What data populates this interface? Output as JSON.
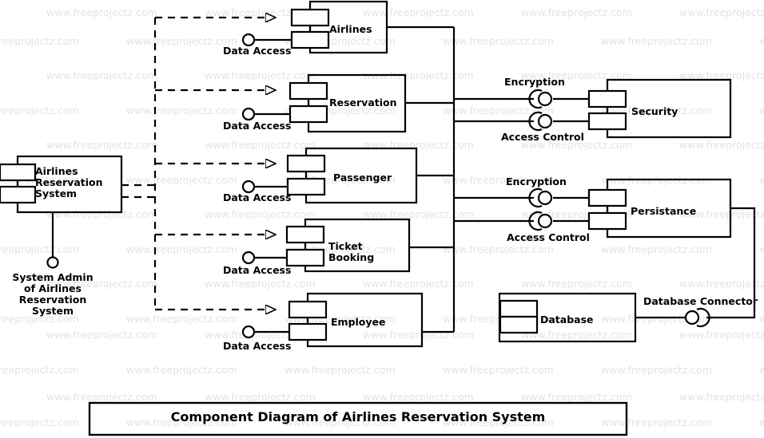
{
  "diagram": {
    "title": "Component Diagram of Airlines Reservation System",
    "stroke_color": "#000000",
    "background_color": "#ffffff",
    "watermark_text": "www.freeprojectz.com",
    "watermark_color": "#e3e3e3"
  },
  "system_component": {
    "label": "Airlines\nReservation\nSystem",
    "actor_label": "System Admin\nof Airlines\nReservation\nSystem"
  },
  "components": [
    {
      "label": "Airlines",
      "provided_interface": "Data Access"
    },
    {
      "label": "Reservation",
      "provided_interface": "Data Access"
    },
    {
      "label": "Passenger",
      "provided_interface": "Data Access"
    },
    {
      "label": "Ticket\nBooking",
      "provided_interface": "Data Access"
    },
    {
      "label": "Employee",
      "provided_interface": "Data Access"
    }
  ],
  "service_components": [
    {
      "label": "Security",
      "interfaces": [
        "Encryption",
        "Access Control"
      ]
    },
    {
      "label": "Persistance",
      "interfaces": [
        "Encryption",
        "Access Control"
      ]
    }
  ],
  "database": {
    "label": "Database",
    "connector_label": "Database Connector"
  }
}
